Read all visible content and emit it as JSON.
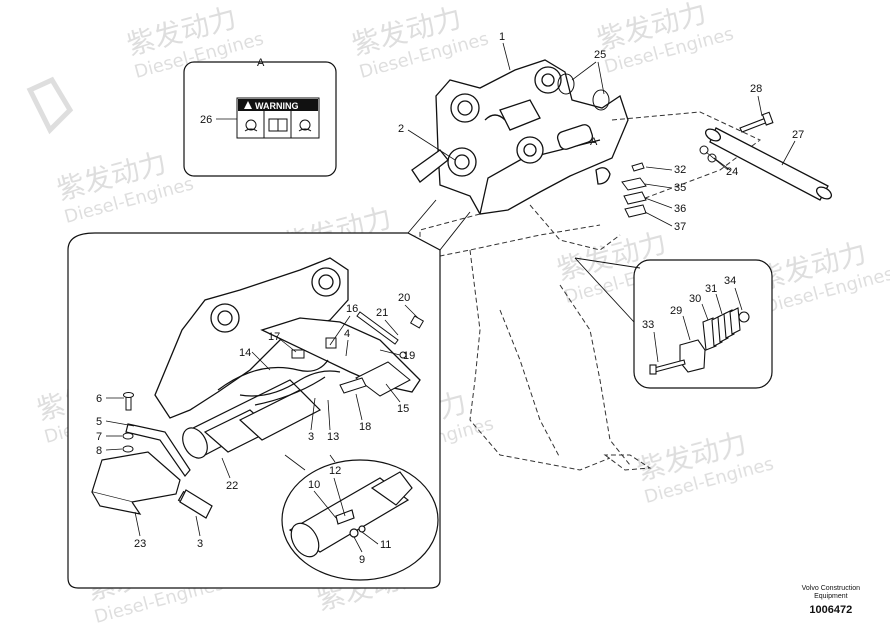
{
  "watermark": {
    "brand_cn": "紫发动力",
    "brand_en": "Diesel-Engines"
  },
  "detail_a": {
    "label": "A",
    "warning_text": "WARNING",
    "callout": "26"
  },
  "callouts": {
    "c1": "1",
    "c2": "2",
    "c3a": "3",
    "c3b": "3",
    "c4": "4",
    "c5": "5",
    "c6": "6",
    "c7": "7",
    "c8": "8",
    "c9": "9",
    "c10": "10",
    "c11": "11",
    "c12": "12",
    "c13": "13",
    "c14": "14",
    "c15": "15",
    "c16": "16",
    "c17": "17",
    "c18": "18",
    "c19": "19",
    "c20": "20",
    "c21": "21",
    "c22": "22",
    "c23": "23",
    "c24": "24",
    "c25": "25",
    "c27": "27",
    "c28": "28",
    "c29": "29",
    "c30": "30",
    "c31": "31",
    "c32": "32",
    "c33": "33",
    "c34": "34",
    "c35": "35",
    "c36": "36",
    "c37": "37",
    "view_a": "A"
  },
  "footer": {
    "line1": "Volvo Construction",
    "line2": "Equipment",
    "doc_number": "1006472"
  }
}
